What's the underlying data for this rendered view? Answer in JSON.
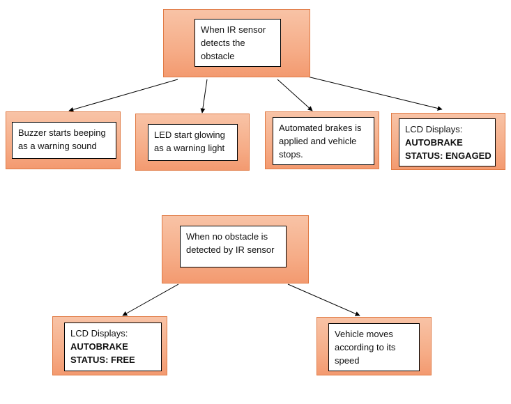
{
  "top_section": {
    "root": {
      "text": "When IR sensor detects the obstacle"
    },
    "children": [
      {
        "text": "Buzzer starts beeping as a warning sound"
      },
      {
        "text": "LED start glowing as a warning light"
      },
      {
        "text": "Automated brakes is applied and vehicle stops."
      },
      {
        "label": "LCD Displays:",
        "status_line1": "AUTOBRAKE",
        "status_line2": "STATUS: ENGAGED"
      }
    ]
  },
  "bottom_section": {
    "root": {
      "text": "When no obstacle is detected by IR sensor"
    },
    "children": [
      {
        "label": "LCD Displays:",
        "status_line1": "AUTOBRAKE",
        "status_line2": "STATUS: FREE"
      },
      {
        "text": "Vehicle  moves according to its speed"
      }
    ]
  }
}
